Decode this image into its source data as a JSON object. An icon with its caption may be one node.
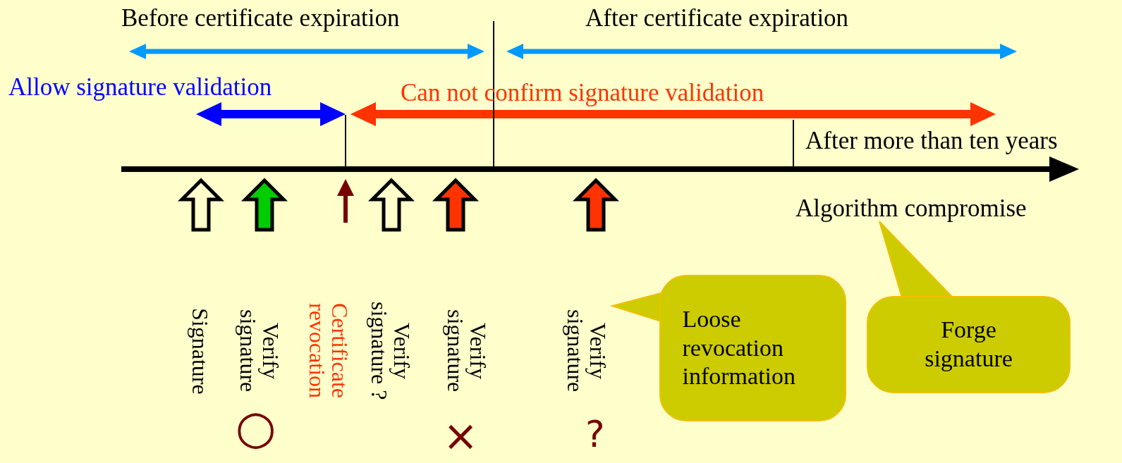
{
  "diagram": {
    "nodes": [
      {
        "text": [
          "Loose revocation information"
        ]
      },
      {
        "text": [
          "Verify signature"
        ]
      },
      {
        "text": [
          "Forge signature"
        ]
      },
      {
        "text": [
          "Algorithm compromise"
        ]
      }
    ],
    "edges": [
      {
        "from": 0,
        "to": 1,
        "arrow": "to"
      },
      {
        "from": 2,
        "to": 3,
        "arrow": "to"
      }
    ],
    "labels": [
      "Before certificate expiration",
      "After certificate expiration",
      "Allow signature validation",
      "Can not confirm signature validation",
      "After more than ten years",
      "Signature",
      "Verify signature",
      "Certificate revocation",
      "Verify signature ?",
      "Verify signature",
      "○",
      "×",
      "?"
    ]
  }
}
